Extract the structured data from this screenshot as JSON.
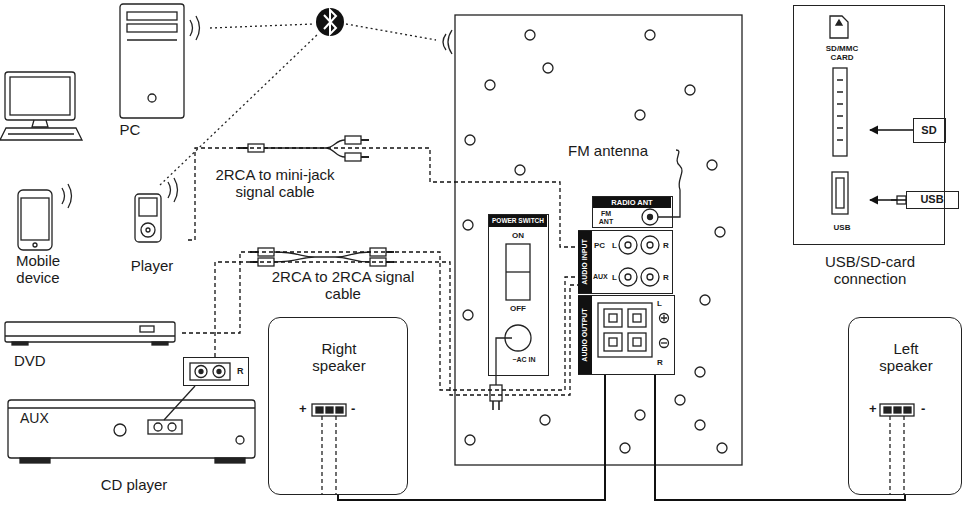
{
  "diagram": {
    "nodes": [
      {
        "text": [
          "PC"
        ]
      },
      {
        "text": [
          "Mobile device"
        ]
      },
      {
        "text": [
          "Player"
        ]
      },
      {
        "text": [
          "DVD"
        ]
      },
      {
        "text": [
          "CD player",
          "AUX"
        ]
      },
      {
        "text": [
          "R"
        ]
      },
      {
        "text": [
          "RADIO ANT",
          "FM ANT"
        ]
      },
      {
        "text": [
          "POWER SWITCH",
          "ON",
          "OFF",
          "~AC IN"
        ]
      },
      {
        "text": [
          "AUDIO INPUT",
          "PC",
          "L",
          "R",
          "AUX",
          "L",
          "R"
        ]
      },
      {
        "text": [
          "AUDIO OUTPUT",
          "L",
          "R"
        ]
      },
      {
        "text": [
          "Right speaker",
          "+",
          "-"
        ]
      },
      {
        "text": [
          "Left speaker",
          "+",
          "-"
        ]
      },
      {
        "text": [
          "USB/SD-card connection"
        ]
      },
      {
        "text": [
          "SD/MMC CARD"
        ],
        "in": 12
      },
      {
        "text": [
          "USB"
        ],
        "in": 12
      },
      {
        "text": [
          "SD"
        ],
        "in": 12
      },
      {
        "text": [
          "USB"
        ]
      }
    ],
    "edges": [
      {
        "from": 2,
        "to": 8,
        "arrow": "none"
      },
      {
        "from": 3,
        "to": 8,
        "arrow": "none"
      },
      {
        "from": 5,
        "to": 8,
        "arrow": "none"
      },
      {
        "from": 9,
        "to": 10,
        "arrow": "none"
      },
      {
        "from": 9,
        "to": 11,
        "arrow": "none"
      },
      {
        "from": 15,
        "to": 13,
        "arrow": "to"
      },
      {
        "from": 16,
        "to": 14,
        "arrow": "to"
      }
    ],
    "labels": [
      "2RCA to mini-jack signal cable",
      "2RCA to 2RCA signal cable",
      "FM antenna"
    ]
  }
}
